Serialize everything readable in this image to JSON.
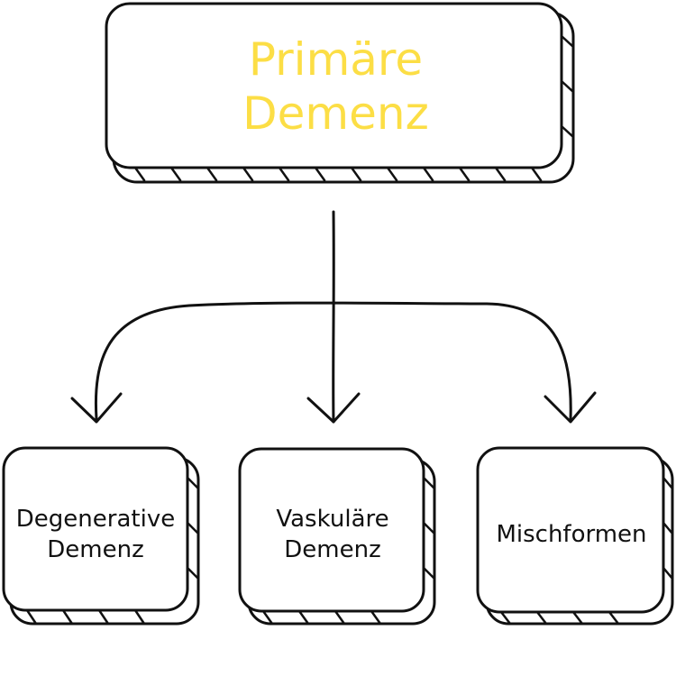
{
  "root": {
    "label": "Primäre\nDemenz",
    "color": "#fcde45"
  },
  "children": [
    {
      "label": "Degenerative\nDemenz"
    },
    {
      "label": "Vaskuläre\nDemenz"
    },
    {
      "label": "Mischformen"
    }
  ],
  "colors": {
    "stroke": "#111111",
    "fill": "#ffffff",
    "text": "#111111"
  }
}
